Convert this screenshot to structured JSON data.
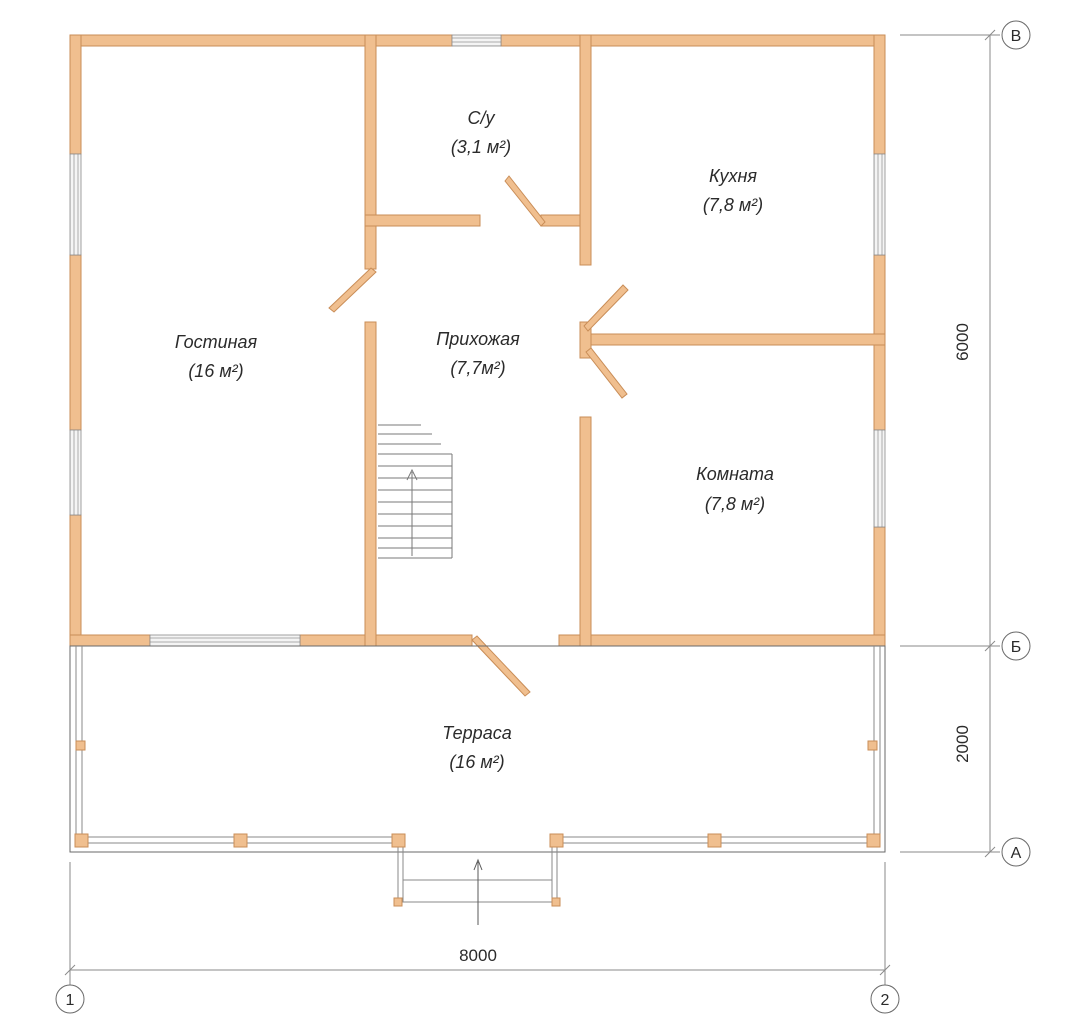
{
  "colors": {
    "wall_fill": "#f0bf8f",
    "wall_stroke": "#c98d57",
    "line": "#5a5a5a",
    "thin": "#8a8a8a",
    "text": "#2b2b2b"
  },
  "rooms": {
    "living": {
      "name": "Гостиная",
      "area": "(16 м²)"
    },
    "wc": {
      "name": "С/у",
      "area": "(3,1 м²)"
    },
    "kitchen": {
      "name": "Кухня",
      "area": "(7,8 м²)"
    },
    "hall": {
      "name": "Прихожая",
      "area": "(7,7м²)"
    },
    "room": {
      "name": "Комната",
      "area": "(7,8 м²)"
    },
    "terrace": {
      "name": "Терраса",
      "area": "(16 м²)"
    }
  },
  "dimensions": {
    "width": "8000",
    "depth_main": "6000",
    "depth_terrace": "2000"
  },
  "axes": {
    "row_top": "В",
    "row_mid": "Б",
    "row_bottom": "А",
    "col_left": "1",
    "col_right": "2"
  }
}
